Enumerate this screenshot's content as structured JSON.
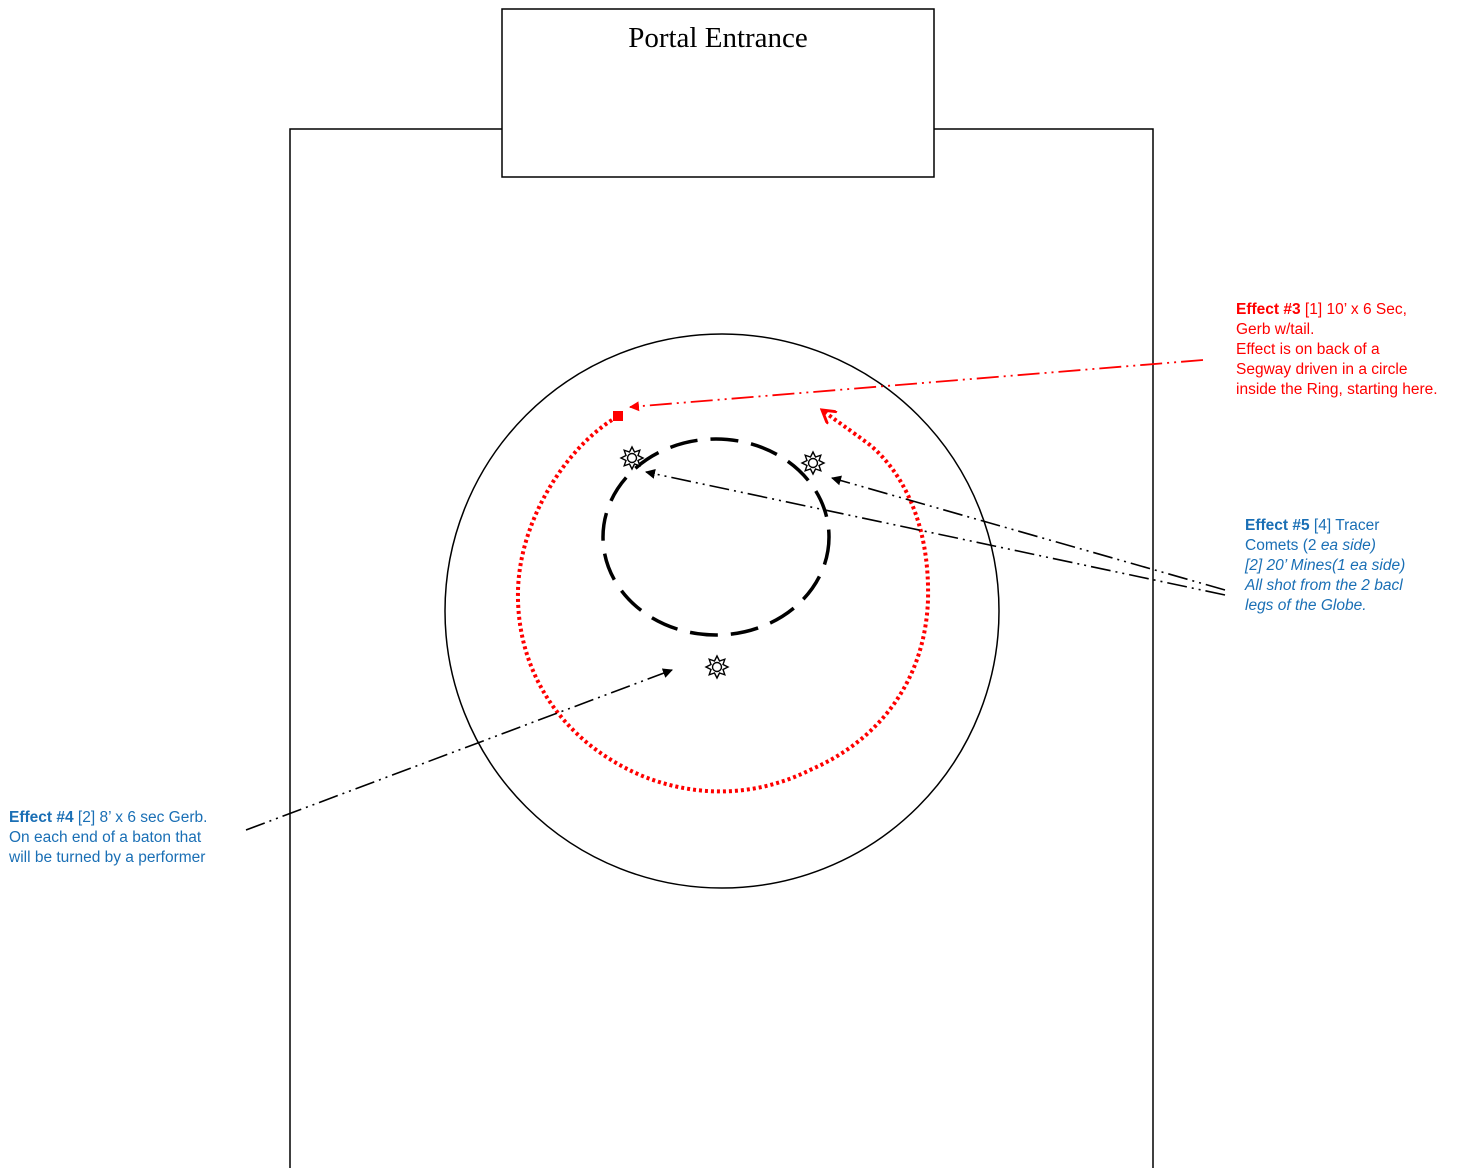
{
  "portal": {
    "label": "Portal Entrance"
  },
  "effects": {
    "effect3": {
      "color": "#ff0000",
      "title": "Effect #3",
      "line1_rest": " [1] 10’ x 6 Sec,",
      "line2": "Gerb w/tail.",
      "line3": "Effect is on back of a",
      "line4": "Segway driven in a circle",
      "line5": "inside the Ring, starting here."
    },
    "effect5": {
      "color": "#1a6fb5",
      "title": "Effect #5",
      "line1_rest": " [4] Tracer",
      "line2_a": "Comets (2 ",
      "line2_b": "ea side)",
      "line3": "[2] 20’ Mines(1 ea side)",
      "line4": "All shot from the 2 bacl",
      "line5": "legs of the Globe."
    },
    "effect4": {
      "color": "#1a6fb5",
      "title": "Effect #4",
      "line1_rest": " [2] 8’ x 6 sec Gerb.",
      "line2": "On each end of a baton that",
      "line3": "will be turned by a performer"
    }
  },
  "icons": [
    "firework-burst-icon"
  ]
}
